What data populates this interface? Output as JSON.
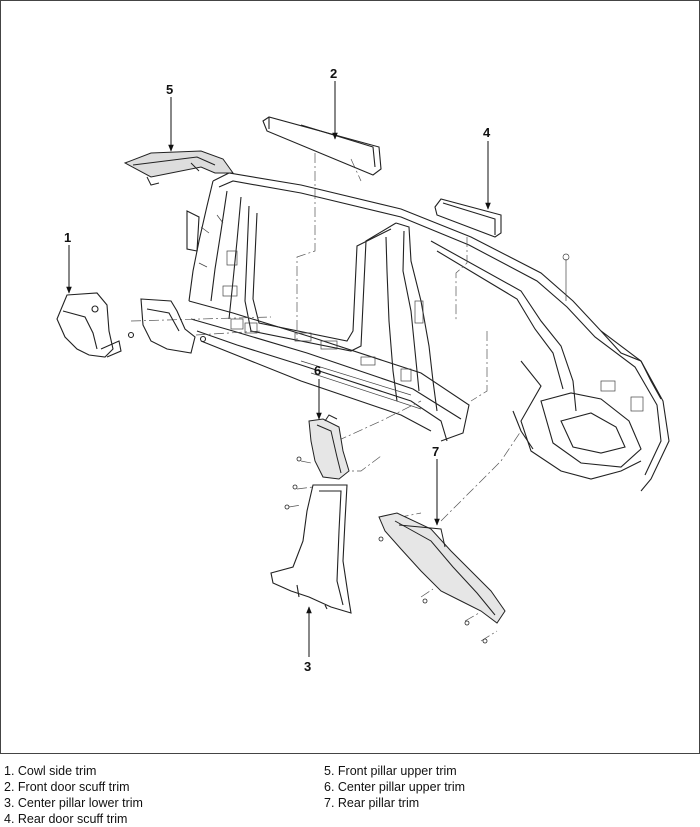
{
  "callouts": {
    "c1": "1",
    "c2": "2",
    "c3": "3",
    "c4": "4",
    "c5": "5",
    "c6": "6",
    "c7": "7"
  },
  "legend": {
    "left": [
      "1. Cowl side trim",
      "2. Front door scuff trim",
      "3. Center pillar lower trim",
      "4. Rear door scuff trim"
    ],
    "right": [
      "5. Front pillar upper trim",
      "6. Center pillar upper trim",
      "7. Rear pillar trim"
    ]
  }
}
